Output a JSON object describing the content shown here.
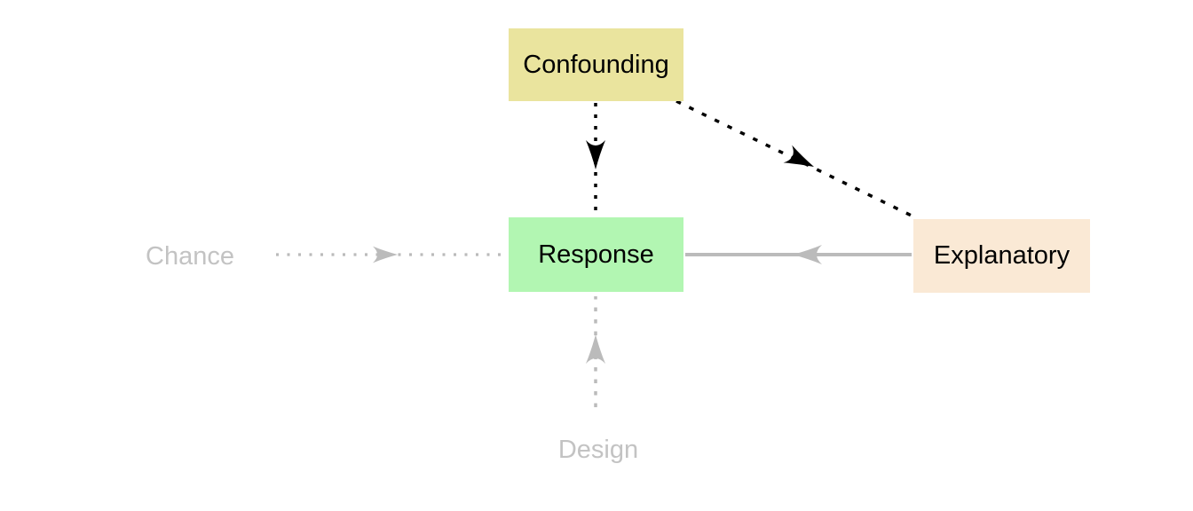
{
  "diagram": {
    "background": "#FFFFFF",
    "nodes": {
      "confounding": {
        "label": "Confounding",
        "fill": "#EAE49E",
        "text_color": "#000000"
      },
      "response": {
        "label": "Response",
        "fill": "#B2F6B2",
        "text_color": "#000000"
      },
      "explanatory": {
        "label": "Explanatory",
        "fill": "#FAE9D5",
        "text_color": "#000000"
      },
      "chance": {
        "label": "Chance",
        "text_color": "#C3C3C3"
      },
      "design": {
        "label": "Design",
        "text_color": "#C3C3C3"
      }
    },
    "edges": [
      {
        "name": "confounding-to-response",
        "from": "Confounding",
        "to": "Response",
        "line_style": "dashed",
        "color": "#000000"
      },
      {
        "name": "confounding-to-explanatory",
        "from": "Confounding",
        "to": "Explanatory",
        "line_style": "dashed",
        "color": "#000000"
      },
      {
        "name": "explanatory-to-response",
        "from": "Explanatory",
        "to": "Response",
        "line_style": "solid",
        "color": "#BBBBBB"
      },
      {
        "name": "chance-to-response",
        "from": "Chance",
        "to": "Response",
        "line_style": "dotted",
        "color": "#BBBBBB"
      },
      {
        "name": "design-to-response",
        "from": "Design",
        "to": "Response",
        "line_style": "dashed",
        "color": "#BBBBBB"
      }
    ]
  }
}
